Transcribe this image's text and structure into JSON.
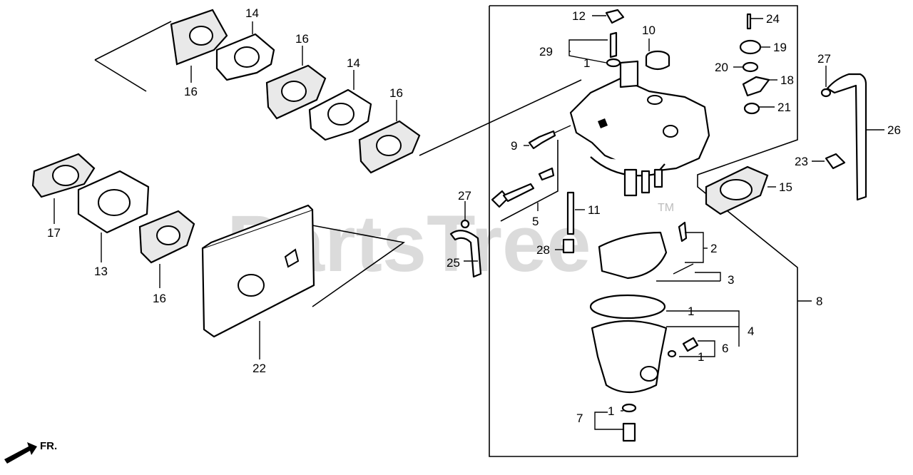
{
  "diagram": {
    "watermark": "PartsTree",
    "trademark": "TM",
    "direction_label": "FR.",
    "callouts": [
      {
        "id": "c14a",
        "text": "14"
      },
      {
        "id": "c16a",
        "text": "16"
      },
      {
        "id": "c16b",
        "text": "16"
      },
      {
        "id": "c14b",
        "text": "14"
      },
      {
        "id": "c16c",
        "text": "16"
      },
      {
        "id": "c17",
        "text": "17"
      },
      {
        "id": "c13",
        "text": "13"
      },
      {
        "id": "c16d",
        "text": "16"
      },
      {
        "id": "c22",
        "text": "22"
      },
      {
        "id": "c27a",
        "text": "27"
      },
      {
        "id": "c25",
        "text": "25"
      },
      {
        "id": "c12",
        "text": "12"
      },
      {
        "id": "c29",
        "text": "29"
      },
      {
        "id": "c1a",
        "text": "1"
      },
      {
        "id": "c10",
        "text": "10"
      },
      {
        "id": "c9",
        "text": "9"
      },
      {
        "id": "c5",
        "text": "5"
      },
      {
        "id": "c11",
        "text": "11"
      },
      {
        "id": "c28",
        "text": "28"
      },
      {
        "id": "c24",
        "text": "24"
      },
      {
        "id": "c19",
        "text": "19"
      },
      {
        "id": "c20",
        "text": "20"
      },
      {
        "id": "c18",
        "text": "18"
      },
      {
        "id": "c21",
        "text": "21"
      },
      {
        "id": "c27b",
        "text": "27"
      },
      {
        "id": "c26",
        "text": "26"
      },
      {
        "id": "c23",
        "text": "23"
      },
      {
        "id": "c15",
        "text": "15"
      },
      {
        "id": "c2",
        "text": "2"
      },
      {
        "id": "c3",
        "text": "3"
      },
      {
        "id": "c8",
        "text": "8"
      },
      {
        "id": "c1b",
        "text": "1"
      },
      {
        "id": "c4",
        "text": "4"
      },
      {
        "id": "c6",
        "text": "6"
      },
      {
        "id": "c1c",
        "text": "1"
      },
      {
        "id": "c7",
        "text": "7"
      },
      {
        "id": "c1d",
        "text": "1"
      }
    ]
  }
}
